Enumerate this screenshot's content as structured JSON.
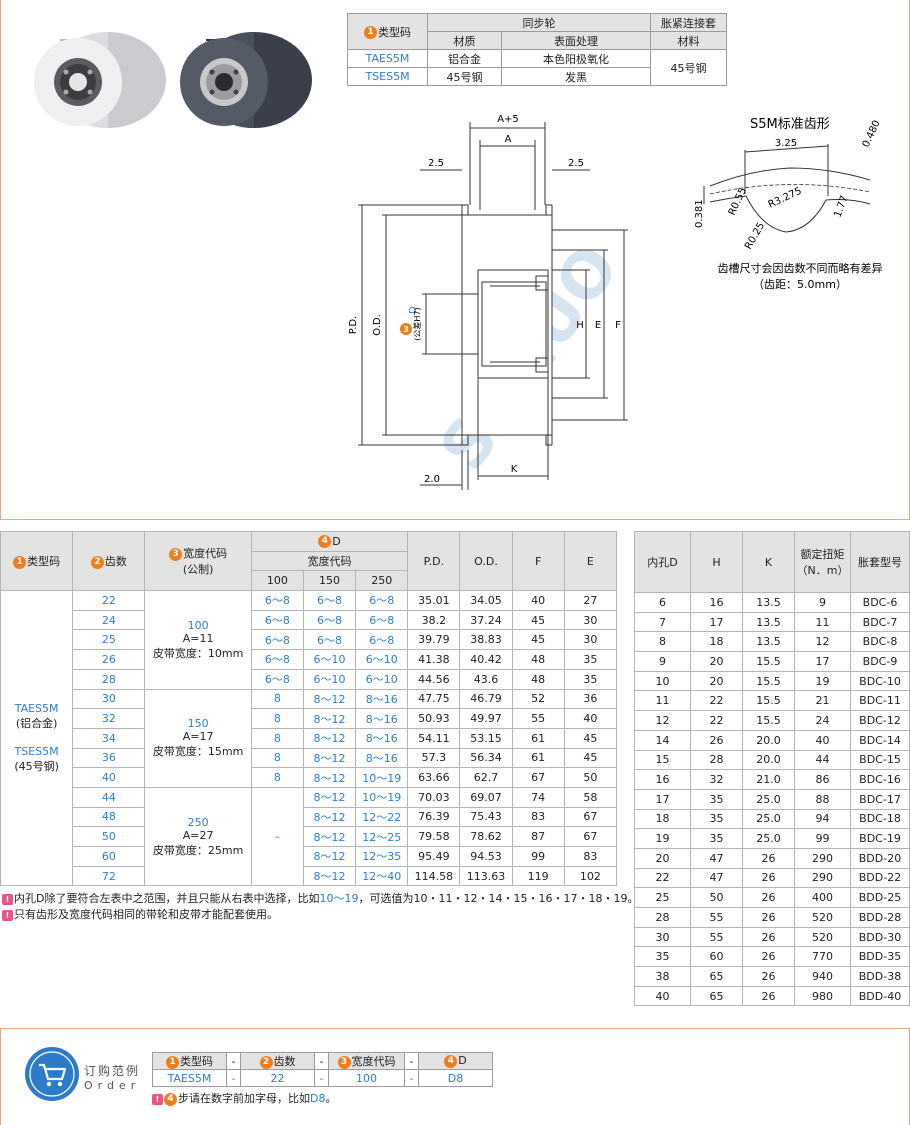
{
  "spec": {
    "type_code_label": "类型码",
    "pulley_label": "同步轮",
    "bushing_label": "胀紧连接套",
    "material_label": "材质",
    "surface_label": "表面处理",
    "material2_label": "材料",
    "rows": [
      {
        "code": "TAES5M",
        "material": "铝合金",
        "surface": "本色阳极氧化"
      },
      {
        "code": "TSES5M",
        "material": "45号钢",
        "surface": "发黑"
      }
    ],
    "bushing_material": "45号钢"
  },
  "drawing": {
    "dim_a5": "A+5",
    "dim_a": "A",
    "dim_25_left": "2.5",
    "dim_25_right": "2.5",
    "dim_pd": "P.D.",
    "dim_od": "O.D.",
    "dim_d": "D",
    "dim_d_num": "3",
    "dim_d_note": "(公差H7)",
    "dim_h": "H",
    "dim_e": "E",
    "dim_f": "F",
    "dim_k": "K",
    "dim_20": "2.0",
    "watermark": "SANUO"
  },
  "tooth": {
    "title": "S5M标准齿形",
    "d325": "3.25",
    "d0480": "0.480",
    "d0381": "0.381",
    "r055": "R0.55",
    "r3275": "R3.275",
    "d177": "1.77",
    "r025": "R0.25",
    "note1": "齿槽尺寸会因齿数不同而略有差异",
    "note2": "（齿距：5.0mm）"
  },
  "main_table": {
    "h_type": "类型码",
    "h_teeth": "齿数",
    "h_width": "宽度代码",
    "h_width_sub": "(公制)",
    "h_d": "D",
    "h_width_code": "宽度代码",
    "h_w100": "100",
    "h_w150": "150",
    "h_w250": "250",
    "h_pd": "P.D.",
    "h_od": "O.D.",
    "h_f": "F",
    "h_e": "E",
    "type_lines": [
      "TAES5M",
      "(铝合金)",
      "TSES5M",
      "(45号钢)"
    ],
    "width_groups": [
      {
        "code": "100",
        "a": "A=11",
        "belt": "皮带宽度：10mm"
      },
      {
        "code": "150",
        "a": "A=17",
        "belt": "皮带宽度：15mm"
      },
      {
        "code": "250",
        "a": "A=27",
        "belt": "皮带宽度：25mm"
      }
    ],
    "dash": "–",
    "rows": [
      [
        "22",
        "6～8",
        "6～8",
        "6～8",
        "35.01",
        "34.05",
        "40",
        "27"
      ],
      [
        "24",
        "6～8",
        "6～8",
        "6～8",
        "38.2",
        "37.24",
        "45",
        "30"
      ],
      [
        "25",
        "6～8",
        "6～8",
        "6～8",
        "39.79",
        "38.83",
        "45",
        "30"
      ],
      [
        "26",
        "6～8",
        "6～10",
        "6～10",
        "41.38",
        "40.42",
        "48",
        "35"
      ],
      [
        "28",
        "6～8",
        "6～10",
        "6～10",
        "44.56",
        "43.6",
        "48",
        "35"
      ],
      [
        "30",
        "8",
        "8～12",
        "8～16",
        "47.75",
        "46.79",
        "52",
        "36"
      ],
      [
        "32",
        "8",
        "8～12",
        "8～16",
        "50.93",
        "49.97",
        "55",
        "40"
      ],
      [
        "34",
        "8",
        "8～12",
        "8～16",
        "54.11",
        "53.15",
        "61",
        "45"
      ],
      [
        "36",
        "8",
        "8～12",
        "8～16",
        "57.3",
        "56.34",
        "61",
        "45"
      ],
      [
        "40",
        "8",
        "8～12",
        "10～19",
        "63.66",
        "62.7",
        "67",
        "50"
      ],
      [
        "44",
        "",
        "8～12",
        "10～19",
        "70.03",
        "69.07",
        "74",
        "58"
      ],
      [
        "48",
        "",
        "8～12",
        "12～22",
        "76.39",
        "75.43",
        "83",
        "67"
      ],
      [
        "50",
        "",
        "8～12",
        "12～25",
        "79.58",
        "78.62",
        "87",
        "67"
      ],
      [
        "60",
        "",
        "8～12",
        "12～35",
        "95.49",
        "94.53",
        "99",
        "83"
      ],
      [
        "72",
        "",
        "8～12",
        "12～40",
        "114.58",
        "113.63",
        "119",
        "102"
      ]
    ]
  },
  "side_table": {
    "h_bore": "内孔D",
    "h_h": "H",
    "h_k": "K",
    "h_torque": "额定扭矩",
    "h_torque_unit": "（N．m）",
    "h_model": "胀套型号",
    "rows": [
      [
        "6",
        "16",
        "13.5",
        "9",
        "BDC-6"
      ],
      [
        "7",
        "17",
        "13.5",
        "11",
        "BDC-7"
      ],
      [
        "8",
        "18",
        "13.5",
        "12",
        "BDC-8"
      ],
      [
        "9",
        "20",
        "15.5",
        "17",
        "BDC-9"
      ],
      [
        "10",
        "20",
        "15.5",
        "19",
        "BDC-10"
      ],
      [
        "11",
        "22",
        "15.5",
        "21",
        "BDC-11"
      ],
      [
        "12",
        "22",
        "15.5",
        "24",
        "BDC-12"
      ],
      [
        "14",
        "26",
        "20.0",
        "40",
        "BDC-14"
      ],
      [
        "15",
        "28",
        "20.0",
        "44",
        "BDC-15"
      ],
      [
        "16",
        "32",
        "21.0",
        "86",
        "BDC-16"
      ],
      [
        "17",
        "35",
        "25.0",
        "88",
        "BDC-17"
      ],
      [
        "18",
        "35",
        "25.0",
        "94",
        "BDC-18"
      ],
      [
        "19",
        "35",
        "25.0",
        "99",
        "BDC-19"
      ],
      [
        "20",
        "47",
        "26",
        "290",
        "BDD-20"
      ],
      [
        "22",
        "47",
        "26",
        "290",
        "BDD-22"
      ],
      [
        "25",
        "50",
        "26",
        "400",
        "BDD-25"
      ],
      [
        "28",
        "55",
        "26",
        "520",
        "BDD-28"
      ],
      [
        "30",
        "55",
        "26",
        "520",
        "BDD-30"
      ],
      [
        "35",
        "60",
        "26",
        "770",
        "BDD-35"
      ],
      [
        "38",
        "65",
        "26",
        "940",
        "BDD-38"
      ],
      [
        "40",
        "65",
        "26",
        "980",
        "BDD-40"
      ]
    ]
  },
  "notes": {
    "n1_a": "内孔D除了要符合左表中之范围，并且只能从右表中选择，比如",
    "n1_b": "10～19",
    "n1_c": "，可选值为10・11・12・14・15・16・17・18・19。",
    "n2": "只有齿形及宽度代码相同的带轮和皮带才能配套使用。"
  },
  "order": {
    "title": "订购范例",
    "sub": "Order",
    "h_type": "类型码",
    "h_teeth": "齿数",
    "h_width": "宽度代码",
    "h_d": "D",
    "sep": "-",
    "v_type": "TAES5M",
    "v_teeth": "22",
    "v_width": "100",
    "v_d": "D8",
    "note_a": "步请在数字前加字母，比如",
    "note_b": "D8",
    "note_c": "。"
  },
  "badges": {
    "n1": "1",
    "n2": "2",
    "n3": "3",
    "n4": "4",
    "warn": "!"
  },
  "colors": {
    "accent_orange": "#ef7d1b",
    "link_blue": "#2a7fd2",
    "header_gray": "#e3e3e3",
    "warn_pink": "#e8558a",
    "order_blue": "#2b7bc9"
  }
}
